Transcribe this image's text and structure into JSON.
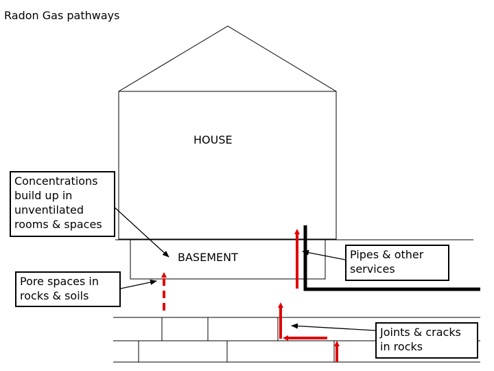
{
  "title": "Radon Gas pathways",
  "house_label": "HOUSE",
  "basement_label": "BASEMENT",
  "callouts": {
    "concentrations": [
      "Concentrations",
      "build up in",
      "unventilated",
      "rooms & spaces"
    ],
    "pore_spaces": [
      "Pore spaces in",
      "rocks & soils"
    ],
    "pipes": [
      "Pipes & other",
      "services"
    ],
    "joints": [
      "Joints & cracks",
      "in rocks"
    ]
  },
  "colors": {
    "line": "#000000",
    "arrow": "#e00000"
  }
}
